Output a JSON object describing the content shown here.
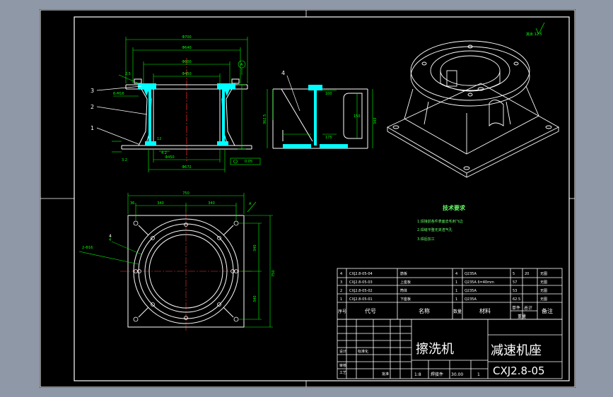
{
  "colors": {
    "background": "#8e98a6",
    "paper": "#000000",
    "line": "#ffffff",
    "dim": "#00ff00",
    "cyan": "#00ffff",
    "center": "#ff3030",
    "note": "#66ff66",
    "yellow": "#ffff66"
  },
  "callouts": {
    "front": [
      "3",
      "2",
      "1"
    ],
    "side": "4",
    "top": "4"
  },
  "front_view": {
    "dims": [
      "Φ700",
      "Φ640",
      "Φ600",
      "Φ450",
      "Φ450",
      "Φ672"
    ],
    "small": [
      "2.5",
      "6-M16",
      "12",
      "4.2",
      "3.2",
      "0.05"
    ]
  },
  "side_view": {
    "dims": [
      "100",
      "175",
      "150",
      "362.5",
      "343"
    ],
    "label": "A"
  },
  "top_view": {
    "dims": [
      "750",
      "36",
      "340",
      "340",
      "750",
      "340",
      "340"
    ],
    "notes": [
      "2-Φ16",
      "4",
      "A"
    ]
  },
  "roughness": "其余 12.5",
  "tech": {
    "title": "技术要求",
    "items": [
      "1.焊接前各件表面去毛刺飞边",
      "2.焊缝平整无夹渣气孔",
      "3.焊后加工"
    ]
  },
  "bom": {
    "rows": [
      [
        "4",
        "CXJ2.8-05-04",
        "筋板",
        "4",
        "Q235A",
        "5",
        "20",
        "无图"
      ],
      [
        "3",
        "CXJ2.8-05-03",
        "上座板",
        "1",
        "Q235A δ=40mm",
        "57",
        "",
        "无图"
      ],
      [
        "2",
        "CXJ2.8-05-02",
        "筒体",
        "1",
        "Q235A",
        "53",
        "",
        "无图"
      ],
      [
        "1",
        "CXJ2.8-05-01",
        "下座板",
        "1",
        "Q235A",
        "62.5",
        "",
        "无图"
      ]
    ],
    "header": [
      "序号",
      "代号",
      "名称",
      "数量",
      "材料",
      "单件",
      "总计",
      "备注"
    ],
    "header_sub": "重量"
  },
  "title_block": {
    "machine": "擦洗机",
    "part": "减速机座",
    "code": "CXJ2.8-05",
    "scale": "1:8",
    "type": "焊接件",
    "weight": "30.00",
    "sheets": "1",
    "sign_labels": [
      "设计",
      "标准化",
      "审核",
      "工艺",
      "批准"
    ]
  }
}
